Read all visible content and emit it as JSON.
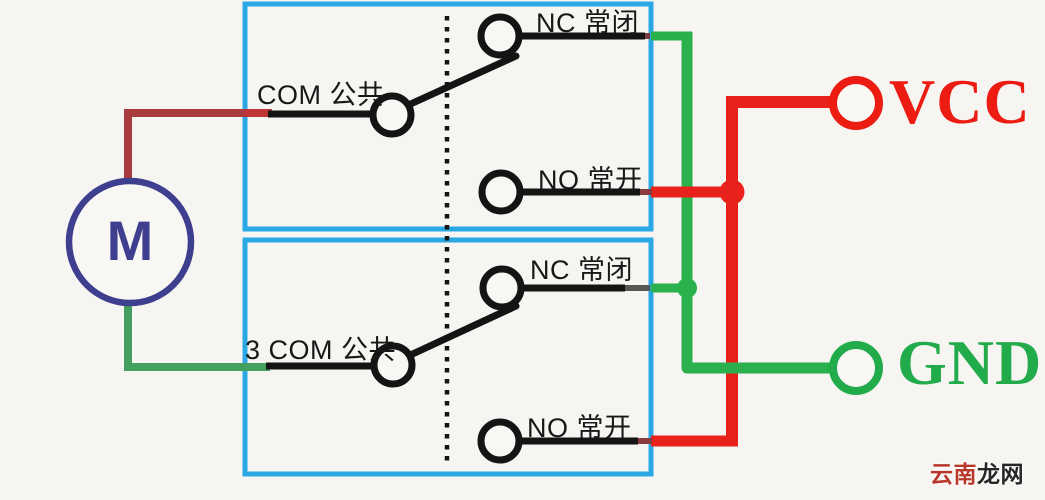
{
  "motor": {
    "label": "M"
  },
  "relay_top": {
    "com_label": "COM 公共",
    "nc_label": "NC 常闭",
    "no_label": "NO 常开"
  },
  "relay_bottom": {
    "com_label": "3 COM 公共",
    "nc_label": "NC 常闭",
    "no_label": "NO 常开"
  },
  "power": {
    "vcc_label": "VCC",
    "gnd_label": "GND"
  },
  "watermark": {
    "part1": "云南",
    "part2": "龙网"
  },
  "colors": {
    "background": "#f6f5f2",
    "relay_box_border": "#29a8e4",
    "switch_line_black": "#141414",
    "bus_wire_red": "#e8221b",
    "bus_wire_green": "#2ab04c",
    "motor_wire_red": "#a93a3e",
    "motor_wire_green": "#43a05e",
    "motor_outline_navy": "#3f3f8f",
    "vcc_text_red": "#ec1c13",
    "gnd_text_green": "#21ab4b"
  }
}
